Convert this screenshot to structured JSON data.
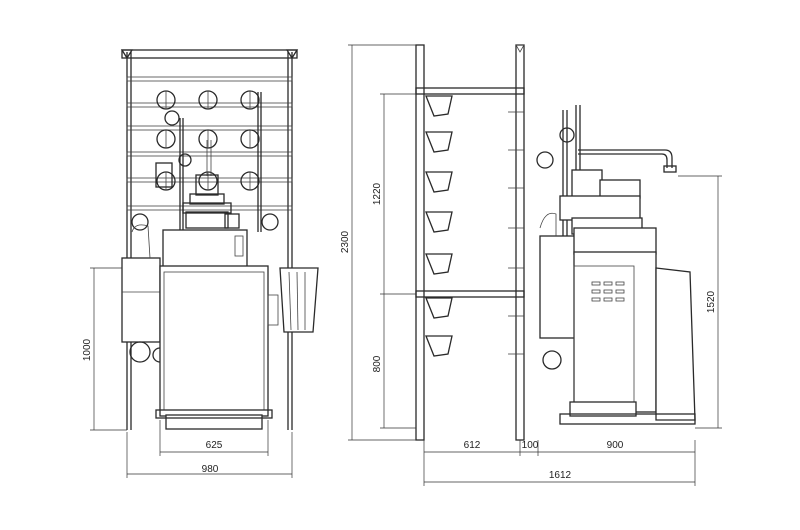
{
  "dimensions": {
    "front_base_width": "625",
    "front_total_width": "980",
    "front_height": "1000",
    "total_height": "2300",
    "upper_rack": "1220",
    "lower_rack": "800",
    "rack_depth": "612",
    "gap": "100",
    "machine_depth": "900",
    "total_depth": "1612",
    "machine_height": "1520"
  }
}
